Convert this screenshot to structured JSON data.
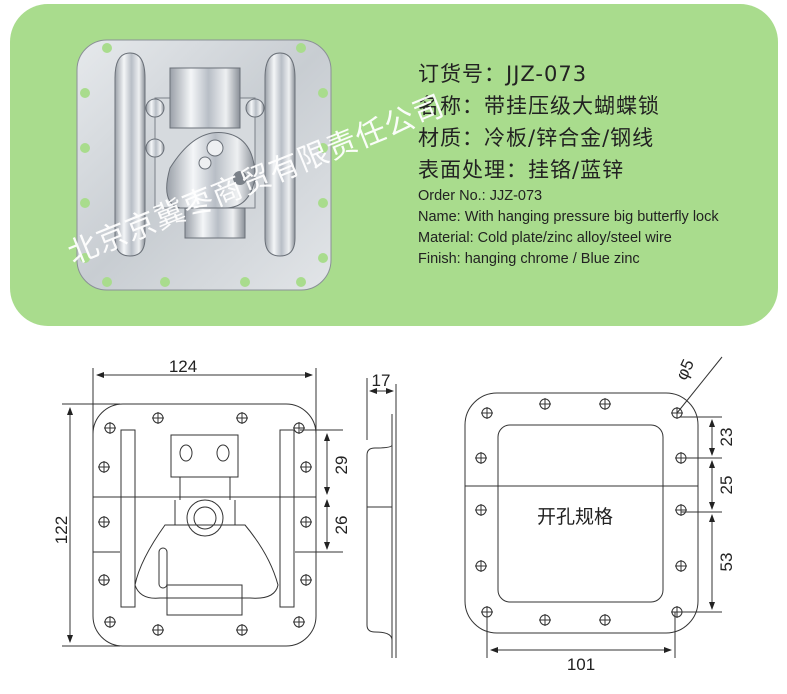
{
  "product": {
    "order_no_cn": "订货号：JJZ-073",
    "name_cn": "名称：带挂压级大蝴蝶锁",
    "material_cn": "材质：冷板/锌合金/钢线",
    "finish_cn": "表面处理：挂铬/蓝锌",
    "order_no_en": "Order No.:   JJZ-073",
    "name_en": "Name: With hanging pressure big butterfly lock",
    "material_en": "Material: Cold plate/zinc alloy/steel wire",
    "finish_en": "Finish: hanging chrome / Blue zinc"
  },
  "watermark": "北京京冀枣商贸有限责任公司",
  "drawing": {
    "width": "124",
    "height": "122",
    "depth": "17",
    "dim_29": "29",
    "dim_26": "26",
    "cutout_label": "开孔规格",
    "hole_dia": "φ5",
    "dim_23": "23",
    "dim_25": "25",
    "dim_53": "53",
    "cutout_width": "101"
  },
  "colors": {
    "panel": "#a9dc8d",
    "line": "#333333"
  }
}
